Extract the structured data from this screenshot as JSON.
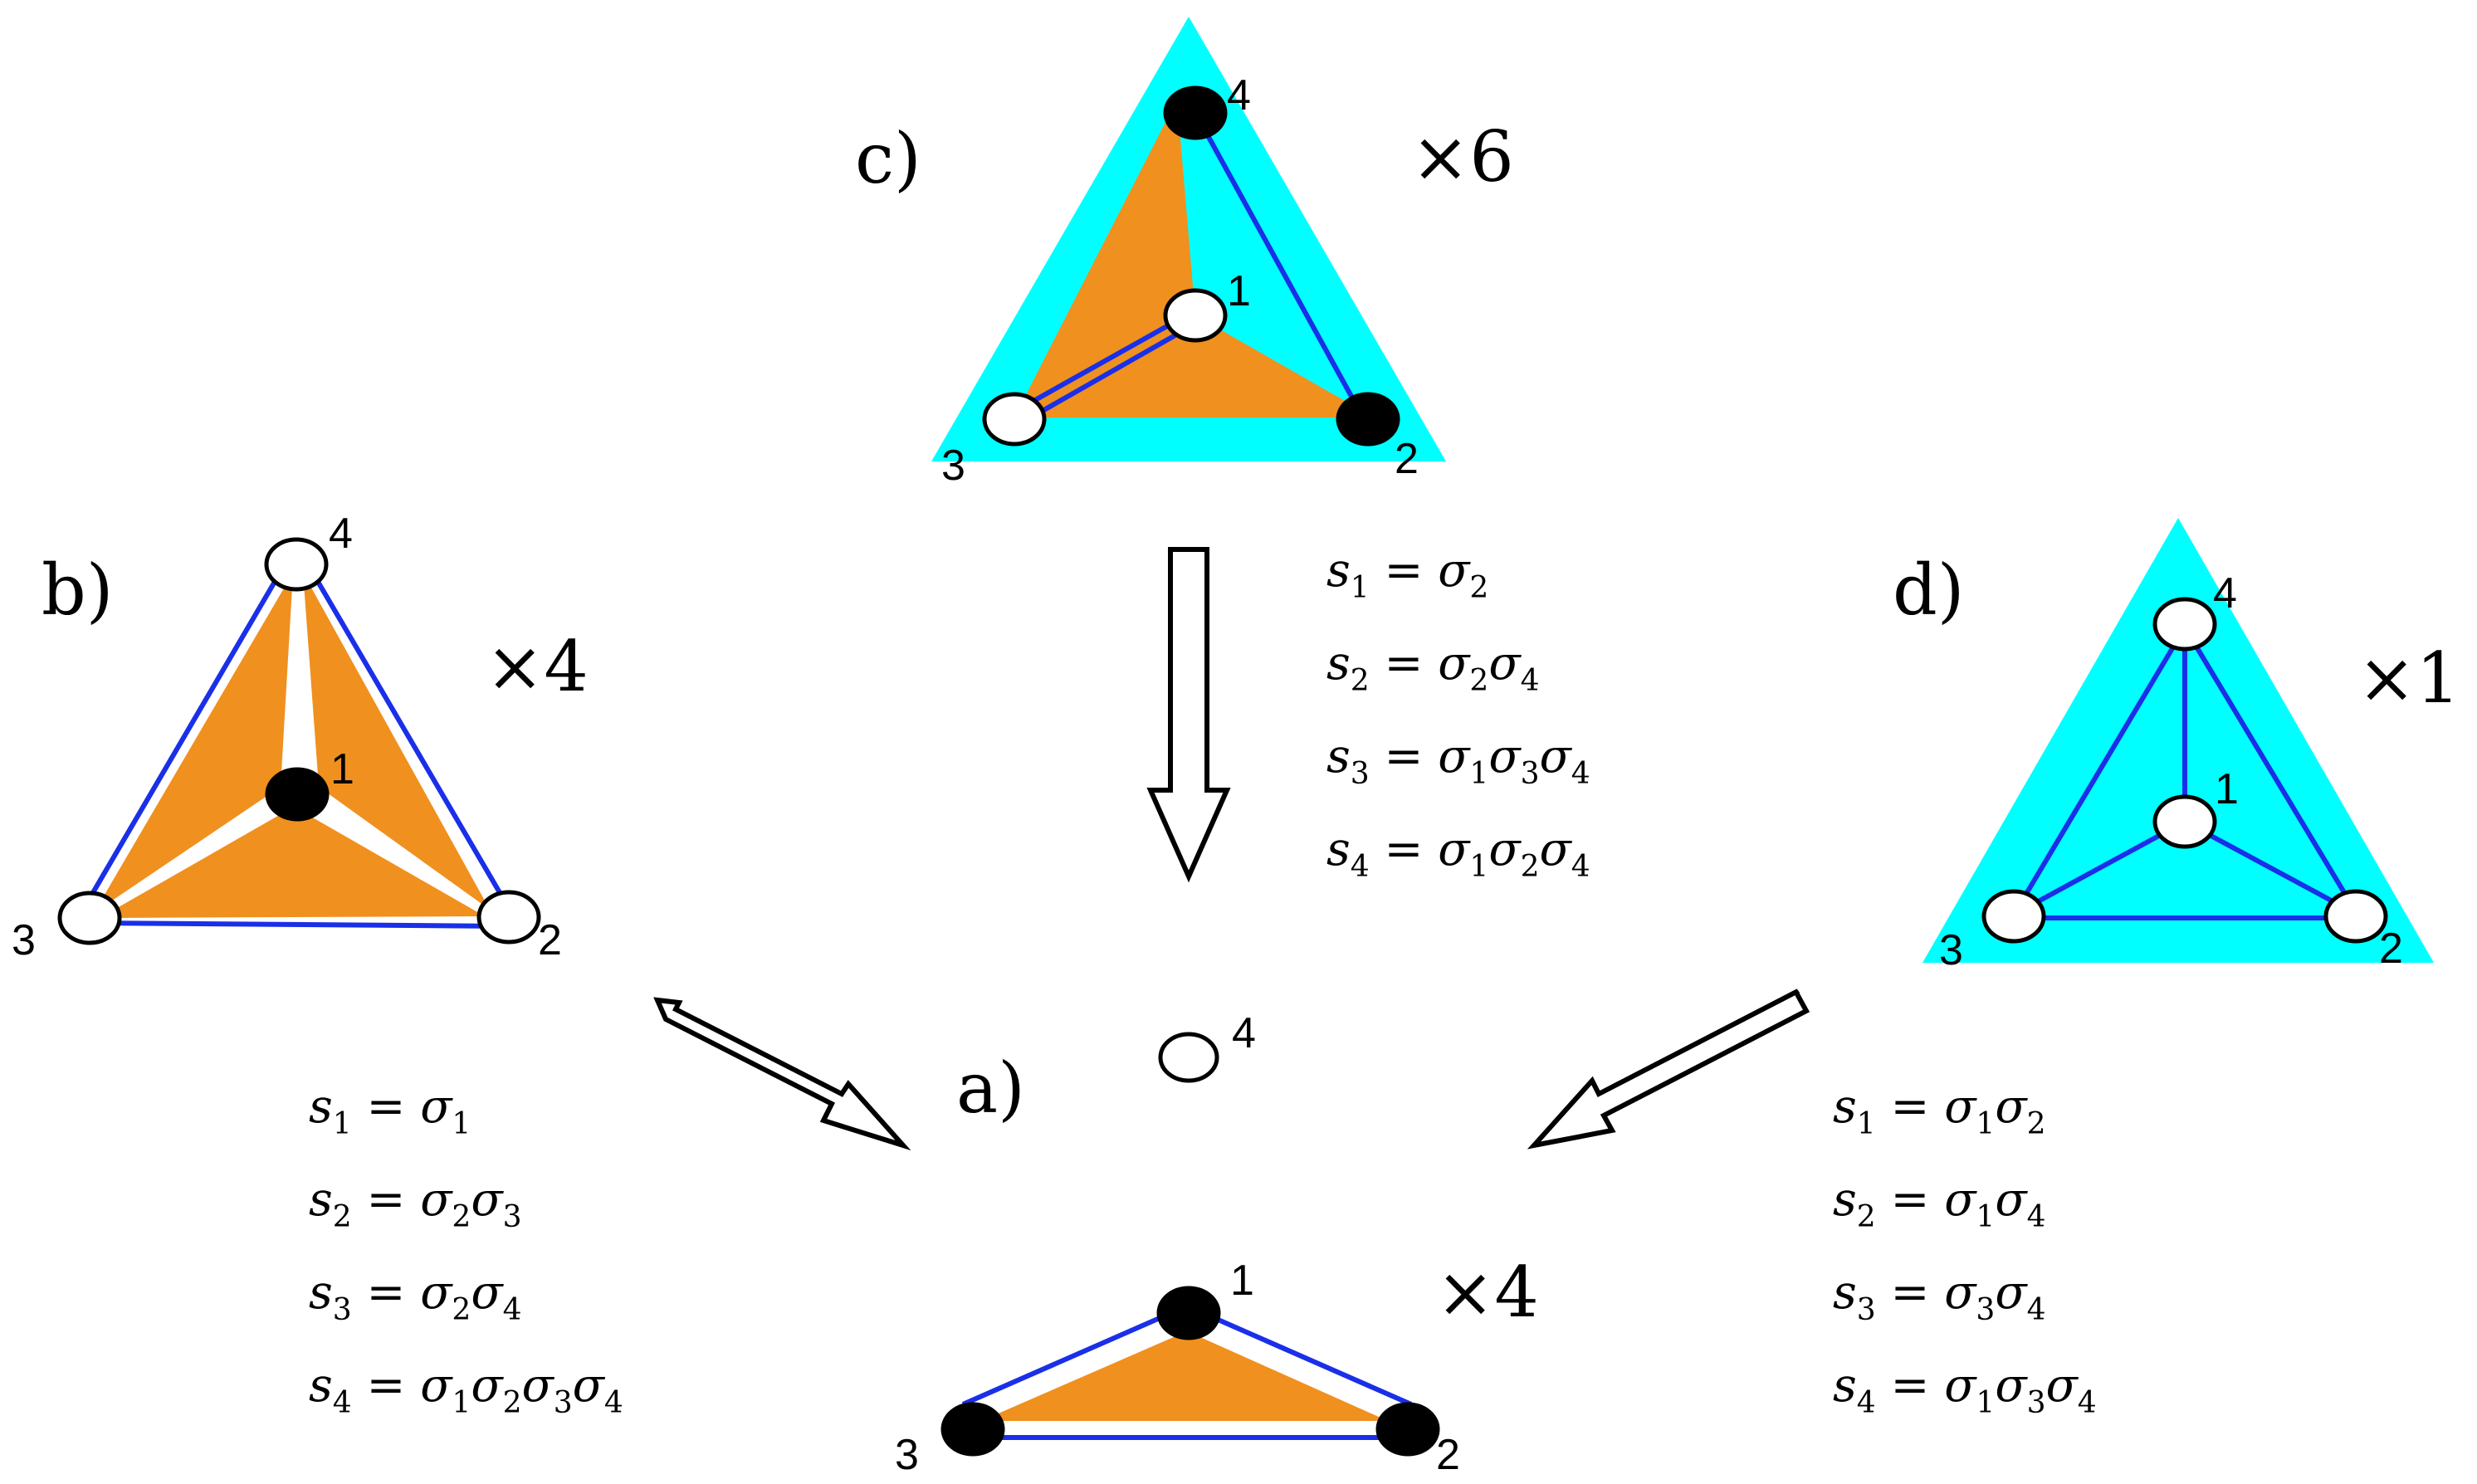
{
  "colors": {
    "cyan": "#00ffff",
    "orange": "#f0901e",
    "blue_edge": "#1a2fe8",
    "filled_vertex": "#000000",
    "open_vertex": "#ffffff"
  },
  "panels": {
    "a": {
      "label": "a)",
      "multiplicity": "×4",
      "vertices": [
        "1",
        "2",
        "3",
        "4"
      ]
    },
    "b": {
      "label": "b)",
      "multiplicity": "×4",
      "vertices": [
        "1",
        "2",
        "3",
        "4"
      ]
    },
    "c": {
      "label": "c)",
      "multiplicity": "×6",
      "vertices": [
        "1",
        "2",
        "3",
        "4"
      ]
    },
    "d": {
      "label": "d)",
      "multiplicity": "×1",
      "vertices": [
        "1",
        "2",
        "3",
        "4"
      ]
    }
  },
  "equations": {
    "b": [
      {
        "lhs": "s",
        "lhs_sub": "1",
        "rhs": [
          [
            "σ",
            "1"
          ]
        ]
      },
      {
        "lhs": "s",
        "lhs_sub": "2",
        "rhs": [
          [
            "σ",
            "2"
          ],
          [
            "σ",
            "3"
          ]
        ]
      },
      {
        "lhs": "s",
        "lhs_sub": "3",
        "rhs": [
          [
            "σ",
            "2"
          ],
          [
            "σ",
            "4"
          ]
        ]
      },
      {
        "lhs": "s",
        "lhs_sub": "4",
        "rhs": [
          [
            "σ",
            "1"
          ],
          [
            "σ",
            "2"
          ],
          [
            "σ",
            "3"
          ],
          [
            "σ",
            "4"
          ]
        ]
      }
    ],
    "c": [
      {
        "lhs": "s",
        "lhs_sub": "1",
        "rhs": [
          [
            "σ",
            "2"
          ]
        ]
      },
      {
        "lhs": "s",
        "lhs_sub": "2",
        "rhs": [
          [
            "σ",
            "2"
          ],
          [
            "σ",
            "4"
          ]
        ]
      },
      {
        "lhs": "s",
        "lhs_sub": "3",
        "rhs": [
          [
            "σ",
            "1"
          ],
          [
            "σ",
            "3"
          ],
          [
            "σ",
            "4"
          ]
        ]
      },
      {
        "lhs": "s",
        "lhs_sub": "4",
        "rhs": [
          [
            "σ",
            "1"
          ],
          [
            "σ",
            "2"
          ],
          [
            "σ",
            "4"
          ]
        ]
      }
    ],
    "d": [
      {
        "lhs": "s",
        "lhs_sub": "1",
        "rhs": [
          [
            "σ",
            "1"
          ],
          [
            "σ",
            "2"
          ]
        ]
      },
      {
        "lhs": "s",
        "lhs_sub": "2",
        "rhs": [
          [
            "σ",
            "1"
          ],
          [
            "σ",
            "4"
          ]
        ]
      },
      {
        "lhs": "s",
        "lhs_sub": "3",
        "rhs": [
          [
            "σ",
            "3"
          ],
          [
            "σ",
            "4"
          ]
        ]
      },
      {
        "lhs": "s",
        "lhs_sub": "4",
        "rhs": [
          [
            "σ",
            "1"
          ],
          [
            "σ",
            "3"
          ],
          [
            "σ",
            "4"
          ]
        ]
      }
    ]
  },
  "equals_sign": "="
}
